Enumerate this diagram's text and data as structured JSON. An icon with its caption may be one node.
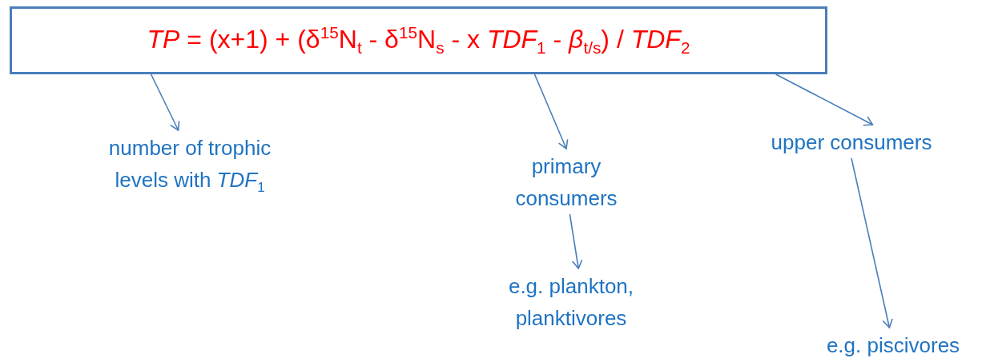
{
  "diagram": {
    "nodes": [
      {
        "text": [
          "*TP* = (x+1) + (δ$^{15}$N$_{t}$ - δ$^{15}$N$_{s}$ - x *TDF*$_{1}$ - *β*$_{t/s}$) / *TDF*$_{2}$"
        ]
      },
      {
        "text": [
          "number of trophic levels with *TDF*$_{1}$"
        ]
      },
      {
        "text": [
          "primary consumers"
        ]
      },
      {
        "text": [
          "e.g. plankton, planktivores"
        ]
      },
      {
        "text": [
          "upper consumers"
        ]
      },
      {
        "text": [
          "e.g. piscivores"
        ]
      }
    ],
    "edges": [
      {
        "from": 0,
        "to": 1,
        "arrow": "to"
      },
      {
        "from": 0,
        "to": 2,
        "arrow": "to"
      },
      {
        "from": 0,
        "to": 4,
        "arrow": "to"
      },
      {
        "from": 2,
        "to": 3,
        "arrow": "to"
      },
      {
        "from": 4,
        "to": 5,
        "arrow": "to"
      }
    ]
  }
}
